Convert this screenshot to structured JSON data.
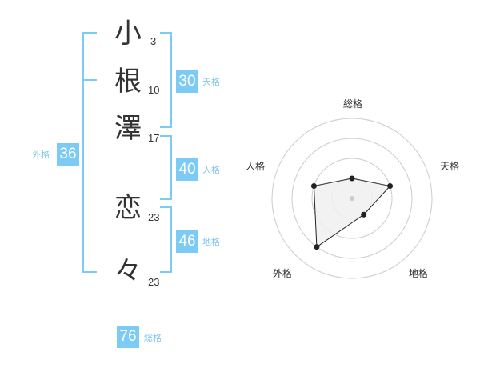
{
  "colors": {
    "accent": "#7ccbf5",
    "accent_text": "#82c6ea",
    "text": "#333333",
    "ring": "#cccccc",
    "polygon_fill": "#f0f0f0",
    "polygon_stroke": "#222222",
    "center_dot": "#cccccc"
  },
  "name": {
    "characters": [
      {
        "char": "小",
        "strokes": "3"
      },
      {
        "char": "根",
        "strokes": "10"
      },
      {
        "char": "澤",
        "strokes": "17"
      },
      {
        "char": "恋",
        "strokes": "23"
      },
      {
        "char": "々",
        "strokes": "23"
      }
    ]
  },
  "fortune": {
    "tenkaku": {
      "value": "30",
      "label": "天格"
    },
    "jinkaku": {
      "value": "40",
      "label": "人格"
    },
    "chikaku": {
      "value": "46",
      "label": "地格"
    },
    "gaikaku": {
      "value": "36",
      "label": "外格"
    },
    "soukaku": {
      "value": "76",
      "label": "総格"
    }
  },
  "radar": {
    "axes": [
      "総格",
      "天格",
      "地格",
      "外格",
      "人格"
    ],
    "levels": 4,
    "values": [
      1,
      2,
      1,
      3,
      2
    ],
    "max": 4
  }
}
